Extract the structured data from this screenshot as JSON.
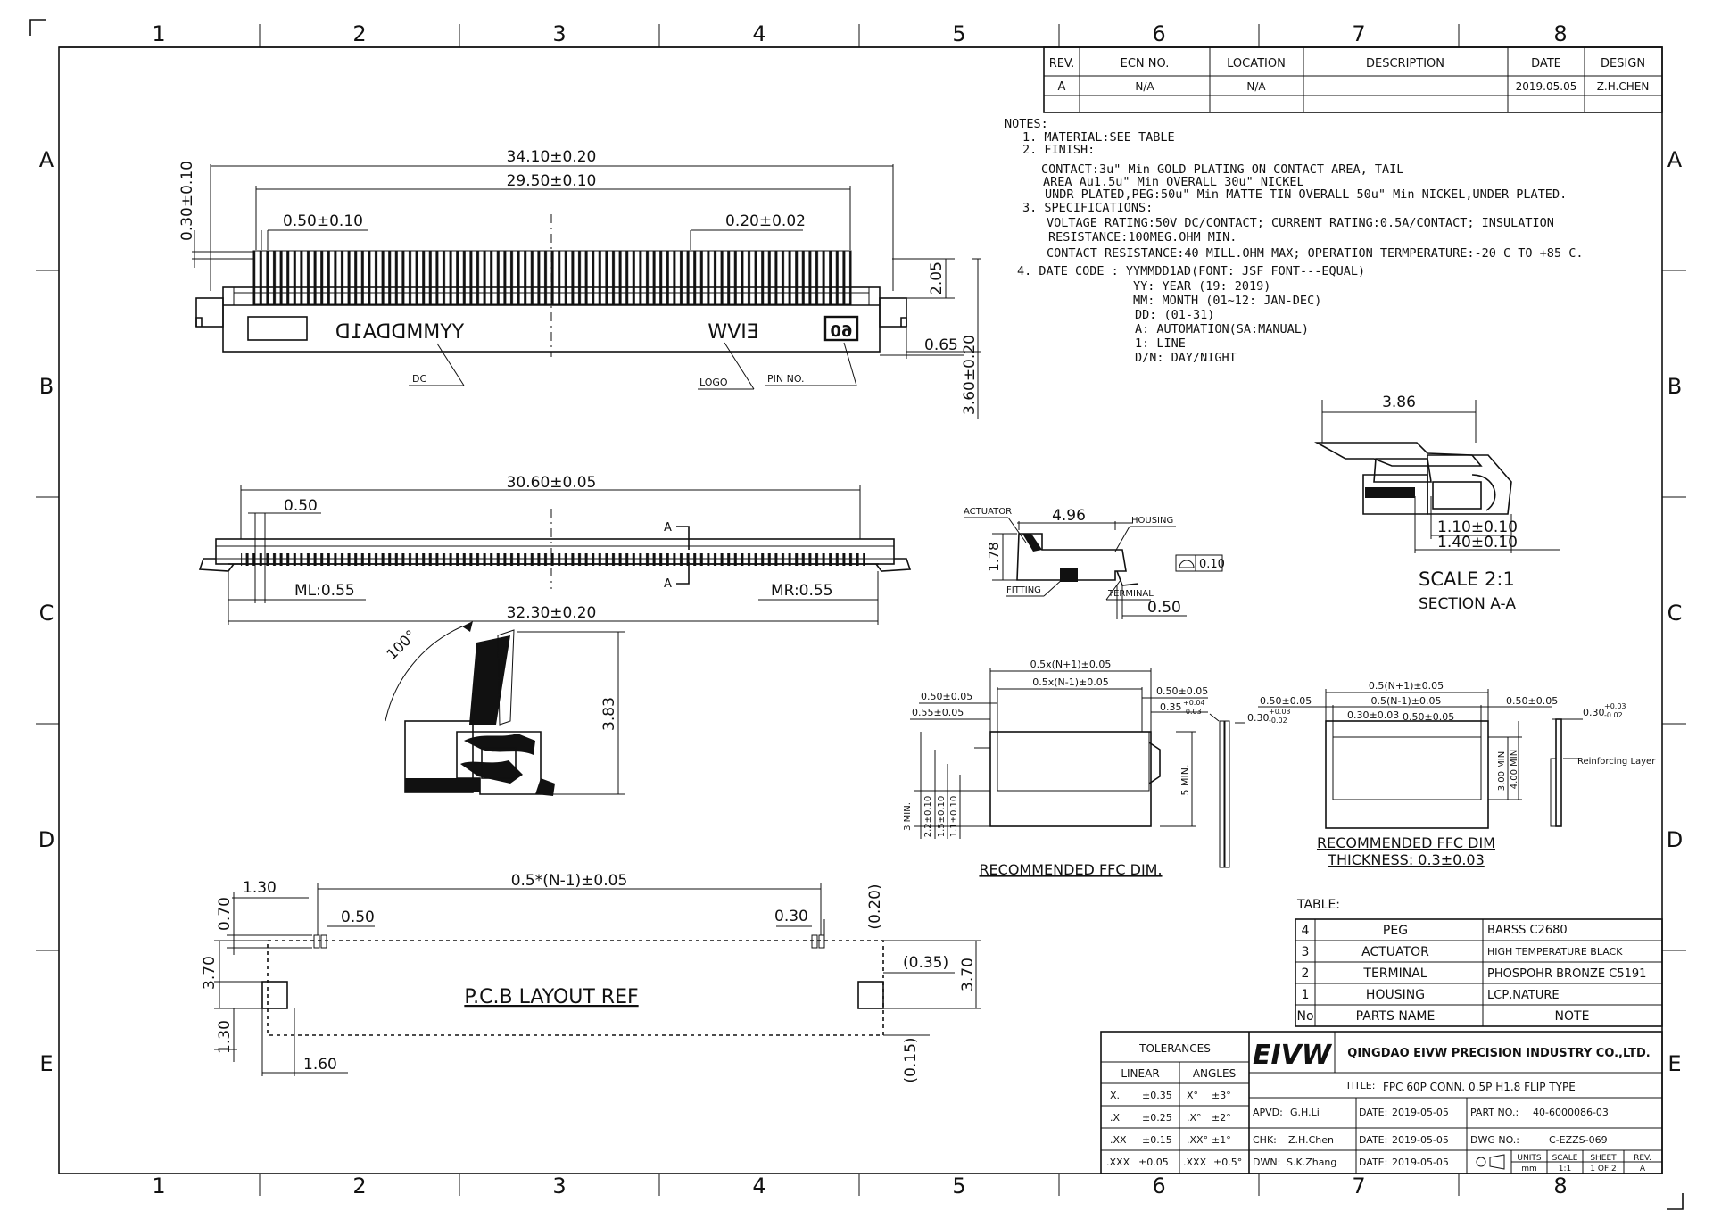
{
  "border": {
    "columns": [
      "1",
      "2",
      "3",
      "4",
      "5",
      "6",
      "7",
      "8"
    ],
    "rows": [
      "A",
      "B",
      "C",
      "D",
      "E"
    ]
  },
  "revision_table": {
    "headers": [
      "REV.",
      "ECN NO.",
      "LOCATION",
      "DESCRIPTION",
      "DATE",
      "DESIGN"
    ],
    "row": [
      "A",
      "N/A",
      "N/A",
      "",
      "2019.05.05",
      "Z.H.CHEN"
    ]
  },
  "notes": [
    "NOTES:",
    "1. MATERIAL:SEE TABLE",
    "2. FINISH:",
    "CONTACT:3u\" Min GOLD PLATING ON CONTACT AREA, TAIL",
    "AREA Au1.5u\" Min OVERALL 30u\" NICKEL",
    "UNDR PLATED,PEG:50u\" Min MATTE TIN OVERALL 50u\" Min NICKEL,UNDER PLATED.",
    "3. SPECIFICATIONS:",
    "VOLTAGE RATING:50V DC/CONTACT; CURRENT RATING:0.5A/CONTACT; INSULATION",
    "RESISTANCE:100MEG.OHM MIN.",
    "CONTACT RESISTANCE:40 MILL.OHM MAX; OPERATION TERMPERATURE:-20 C TO +85 C.",
    "4. DATE CODE : YYMMDD1AD(FONT: JSF FONT---EQUAL)",
    "YY: YEAR (19: 2019)",
    "MM: MONTH (01~12: JAN-DEC)",
    "DD: (01-31)",
    "A: AUTOMATION(SA:MANUAL)",
    "1: LINE",
    "D/N: DAY/NIGHT"
  ],
  "top_view": {
    "dims": [
      "34.10±0.20",
      "29.50±0.10",
      "0.50±0.10",
      "0.20±0.02",
      "0.30±0.10",
      "2.05",
      "0.65",
      "3.60±0.20"
    ],
    "marking_left": "YYMMDDA1D",
    "marking_logo": "EIVW",
    "marking_pin": "60",
    "callouts": [
      "DC",
      "LOGO",
      "PIN NO."
    ]
  },
  "front_view": {
    "dims": [
      "30.60±0.05",
      "0.50",
      "ML:0.55",
      "MR:0.55",
      "32.30±0.20"
    ],
    "section_marks": [
      "A",
      "A"
    ]
  },
  "side_view": {
    "labels": [
      "ACTUATOR",
      "HOUSING",
      "FITTING",
      "TERMINAL"
    ],
    "dims": [
      "4.96",
      "1.78",
      "0.10",
      "0.50"
    ]
  },
  "flip_view": {
    "dims": [
      "100°",
      "3.83"
    ]
  },
  "section_view": {
    "dims": [
      "3.86",
      "1.10±0.10",
      "1.40±0.10"
    ],
    "scale": "SCALE 2:1",
    "section": "SECTION A-A"
  },
  "ffc1": {
    "dims": [
      "0.5x(N+1)±0.05",
      "0.5x(N-1)±0.05",
      "0.50±0.05",
      "0.55±0.05",
      "0.50±0.05",
      "0.35",
      "+0.04",
      "-0.03",
      "5 MIN.",
      "3 MIN.",
      "2.2±0.10",
      "1.5±0.10",
      "1.1±0.10"
    ],
    "caption": "RECOMMENDED FFC DIM."
  },
  "ffc2": {
    "dims": [
      "0.5(N+1)±0.05",
      "0.5(N-1)±0.05",
      "0.50±0.05",
      "0.50±0.05",
      "0.30±0.03",
      "0.50±0.05",
      "0.30",
      "+0.03",
      "-0.02",
      "0.30",
      "+0.03",
      "-0.02",
      "3.00 MIN",
      "4.00 MIN"
    ],
    "reinforcing": "Reinforcing Layer",
    "caption": "RECOMMENDED FFC DIM",
    "thickness": "THICKNESS: 0.3±0.03"
  },
  "pcb_view": {
    "dims": [
      "1.30",
      "0.70",
      "0.5*(N-1)±0.05",
      "0.50",
      "0.30",
      "(0.20)",
      "(0.35)",
      "3.70",
      "3.70",
      "1.30",
      "1.60",
      "(0.15)"
    ],
    "title": "P.C.B LAYOUT REF"
  },
  "material_table": {
    "label": "TABLE:",
    "rows": [
      [
        "4",
        "PEG",
        "BARSS C2680"
      ],
      [
        "3",
        "ACTUATOR",
        "HIGH TEMPERATURE BLACK"
      ],
      [
        "2",
        "TERMINAL",
        "PHOSPOHR BRONZE C5191"
      ],
      [
        "1",
        "HOUSING",
        "LCP,NATURE"
      ],
      [
        "No",
        "PARTS NAME",
        "NOTE"
      ]
    ]
  },
  "title_block": {
    "tolerances": "TOLERANCES",
    "linear": "LINEAR",
    "angles": "ANGLES",
    "tol_rows": [
      [
        "X.",
        "±0.35",
        "X°",
        "±3°"
      ],
      [
        ".X",
        "±0.25",
        ".X°",
        "±2°"
      ],
      [
        ".XX",
        "±0.15",
        ".XX°",
        "±1°"
      ],
      [
        ".XXX",
        "±0.05",
        ".XXX",
        "±0.5°"
      ]
    ],
    "logo": "EIVW",
    "company": "QINGDAO EIVW PRECISION INDUSTRY CO.,LTD.",
    "title_label": "TITLE:",
    "title": "FPC 60P CONN. 0.5P H1.8 FLIP TYPE",
    "apvd_label": "APVD:",
    "apvd": "G.H.Li",
    "chk_label": "CHK:",
    "chk": "Z.H.Chen",
    "dwn_label": "DWN:",
    "dwn": "S.K.Zhang",
    "date_label": "DATE:",
    "date1": "2019-05-05",
    "date2": "2019-05-05",
    "date3": "2019-05-05",
    "part_label": "PART NO.:",
    "part": "40-6000086-03",
    "dwg_label": "DWG NO.:",
    "dwg": "C-EZZS-069",
    "units_label": "UNITS",
    "units": "mm",
    "scale_label": "SCALE",
    "scale": "1:1",
    "sheet_label": "SHEET",
    "sheet": "1 OF 2",
    "rev_label": "REV.",
    "rev": "A"
  }
}
